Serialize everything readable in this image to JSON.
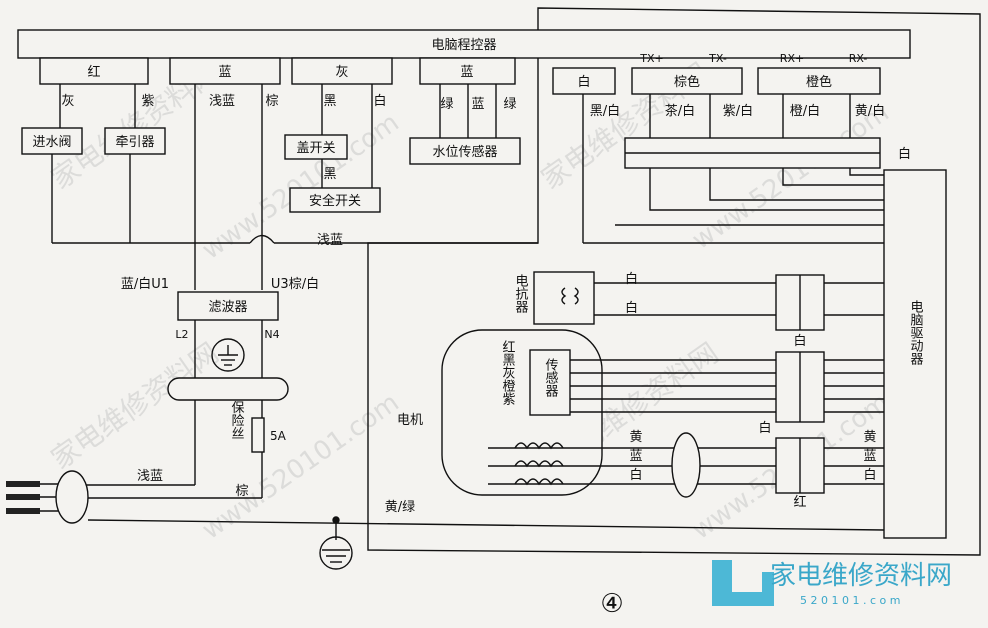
{
  "diagram": {
    "controller": "电脑程控器",
    "driver": "电脑驱动器",
    "connectors_top": [
      "红",
      "蓝",
      "灰",
      "蓝",
      "白",
      "棕色",
      "橙色"
    ],
    "wire_labels_left": {
      "gray": "灰",
      "purple": "紫",
      "light_blue": "浅蓝",
      "brown": "棕",
      "black": "黑",
      "white": "白",
      "green1": "绿",
      "blue": "蓝",
      "green2": "绿"
    },
    "wire_labels_right": {
      "tx_plus": "TX+",
      "tx_minus": "TX-",
      "rx_plus": "RX+",
      "rx_minus": "RX-",
      "black_white": "黑/白",
      "tea_white": "茶/白",
      "purple_white": "紫/白",
      "orange_white": "橙/白",
      "yellow_white": "黄/白",
      "white_bus": "白"
    },
    "components": {
      "inlet_valve": "进水阀",
      "traction": "牵引器",
      "lid_switch": "盖开关",
      "safety_switch": "安全开关",
      "water_sensor": "水位传感器",
      "filter": "滤波器",
      "fuse": "保险丝",
      "fuse_rating": "5A",
      "motor": "电机",
      "reactor": "电抗器",
      "sensor": "传感器"
    },
    "labels": {
      "light_blue_cross": "浅蓝",
      "blue_white_u1": "蓝/白U1",
      "u3_brown_white": "U3棕/白",
      "l2": "L2",
      "n4": "N4",
      "light_blue_bottom": "浅蓝",
      "brown_bottom": "棕",
      "yellow_green": "黄/绿",
      "black_mid": "黑",
      "reactor_white1": "白",
      "reactor_white2": "白",
      "motor_colors": "红黑灰橙紫",
      "motor_yellow": "黄",
      "motor_blue": "蓝",
      "motor_white": "白",
      "conn_white1": "白",
      "conn_white2": "白",
      "conn_red": "红",
      "right_yellow": "黄",
      "right_blue": "蓝",
      "right_white": "白"
    },
    "page_number": "④",
    "watermark_text": "www.520101.com",
    "watermark_cn": "家电维修资料网",
    "logo_text": "家电维修资料网",
    "logo_url": "5 2 0 1 0 1 . c o m"
  }
}
